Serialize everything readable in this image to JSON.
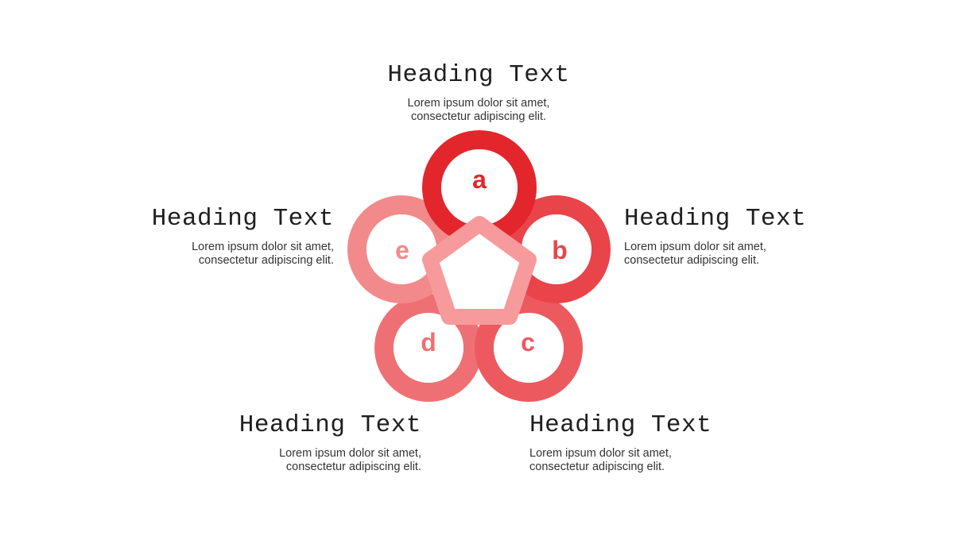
{
  "blocks": {
    "a": {
      "heading": "Heading Text",
      "line1": "Lorem ipsum dolor sit amet,",
      "line2": "consectetur adipiscing elit."
    },
    "b": {
      "heading": "Heading Text",
      "line1": "Lorem ipsum dolor sit amet,",
      "line2": "consectetur adipiscing elit."
    },
    "c": {
      "heading": "Heading Text",
      "line1": "Lorem ipsum dolor sit amet,",
      "line2": "consectetur adipiscing elit."
    },
    "d": {
      "heading": "Heading Text",
      "line1": "Lorem ipsum dolor sit amet,",
      "line2": "consectetur adipiscing elit."
    },
    "e": {
      "heading": "Heading Text",
      "line1": "Lorem ipsum dolor sit amet,",
      "line2": "consectetur adipiscing elit."
    }
  },
  "petals": {
    "a": {
      "letter": "a",
      "color": "#e3262b"
    },
    "b": {
      "letter": "b",
      "color": "#e8444a"
    },
    "c": {
      "letter": "c",
      "color": "#ec5a5f"
    },
    "d": {
      "letter": "d",
      "color": "#ef7074"
    },
    "e": {
      "letter": "e",
      "color": "#f28a8c"
    }
  },
  "center": {
    "shape": "pentagon-icon",
    "color": "#f79a9c"
  }
}
